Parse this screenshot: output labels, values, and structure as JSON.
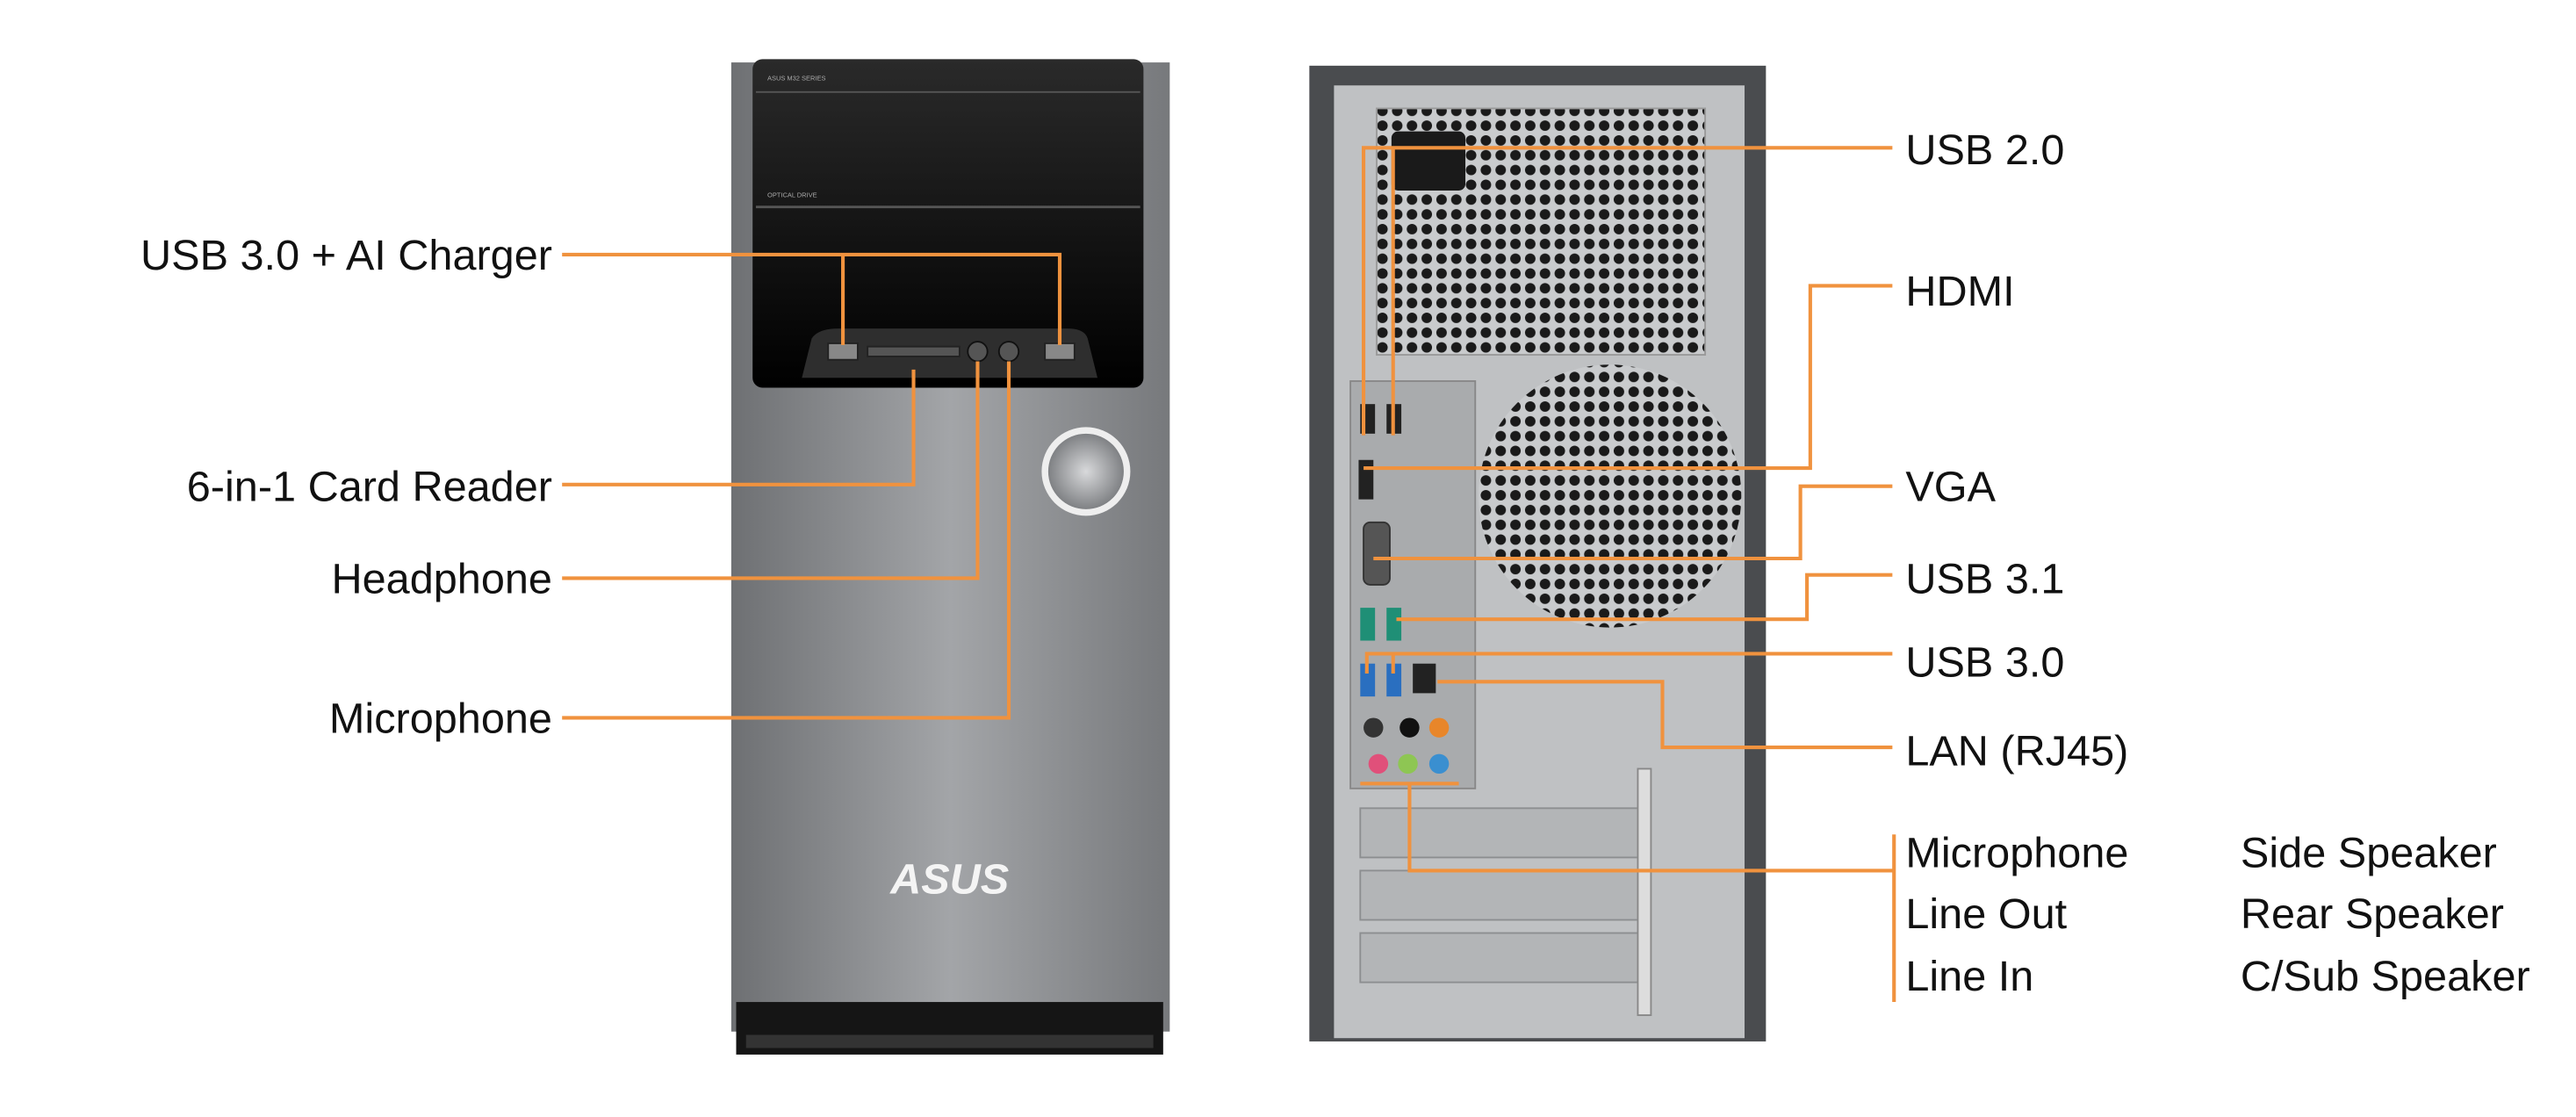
{
  "front": {
    "model_text": "ASUS M32 SERIES",
    "drive_text": "OPTICAL DRIVE",
    "logo": "ASUS",
    "labels": {
      "usb30_charger": "USB 3.0 + AI Charger",
      "card_reader": "6-in-1 Card Reader",
      "headphone": "Headphone",
      "microphone": "Microphone"
    }
  },
  "back": {
    "labels": {
      "usb20": "USB 2.0",
      "hdmi": "HDMI",
      "vga": "VGA",
      "usb31": "USB 3.1",
      "usb30": "USB 3.0",
      "lan": "LAN (RJ45)"
    },
    "audio_left": [
      "Microphone",
      "Line Out",
      "Line In"
    ],
    "audio_right": [
      "Side Speaker",
      "Rear Speaker",
      "C/Sub Speaker"
    ]
  },
  "colors": {
    "callout": "#F0923E",
    "tower_silver": "#8a8c8f",
    "tower_black": "#111111",
    "jack_pink": "#e0507a",
    "jack_green": "#8ec653",
    "jack_blue": "#3a8fd0",
    "jack_orange": "#e8862a"
  }
}
